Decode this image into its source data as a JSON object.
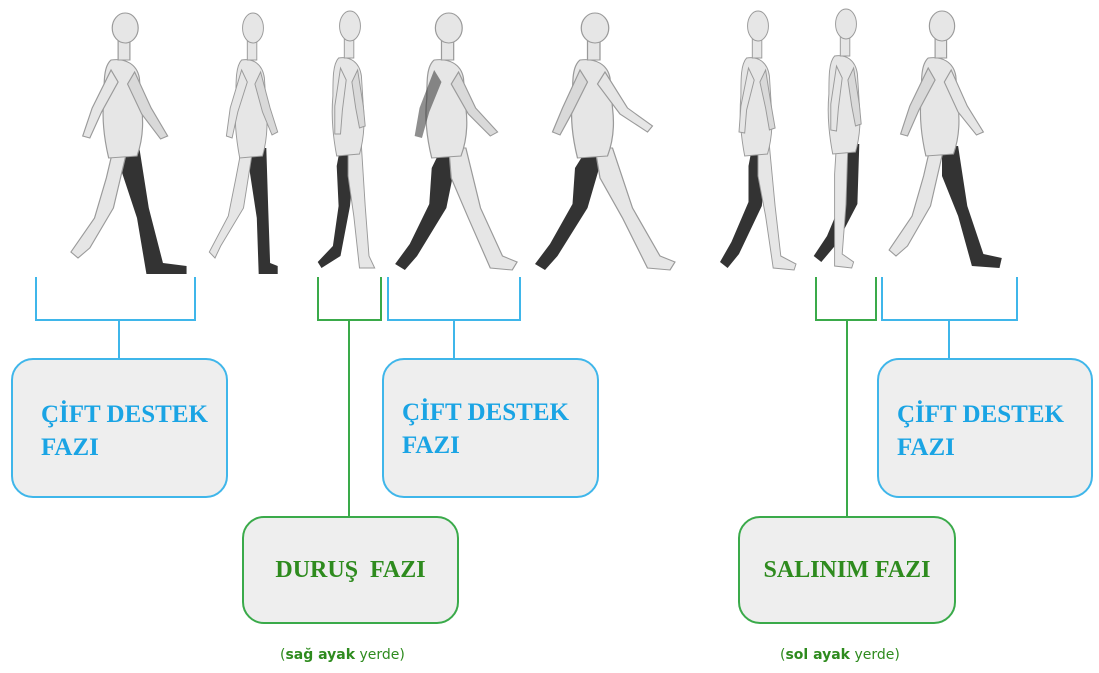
{
  "figures": {
    "count": 8,
    "stance_leg_color": "#333333",
    "body_color": "#e6e6e6",
    "outline_color": "#9a9a9a"
  },
  "colors": {
    "double_support": "#1aa4e4",
    "single_support": "#2e8b1e",
    "box_fill": "#eeeeee"
  },
  "phases": {
    "double_support_1": "ÇİFT DESTEK\nFAZI",
    "double_support_2": "ÇİFT DESTEK\nFAZI",
    "double_support_3": "ÇİFT DESTEK\nFAZI",
    "stance": "DURUŞ  FAZI",
    "swing": "SALINIM FAZI"
  },
  "captions": {
    "stance": {
      "open": "(",
      "bold": "sağ ayak",
      "rest": " yerde)"
    },
    "swing": {
      "open": "(",
      "bold": "sol ayak",
      "rest": " yerde)"
    }
  }
}
